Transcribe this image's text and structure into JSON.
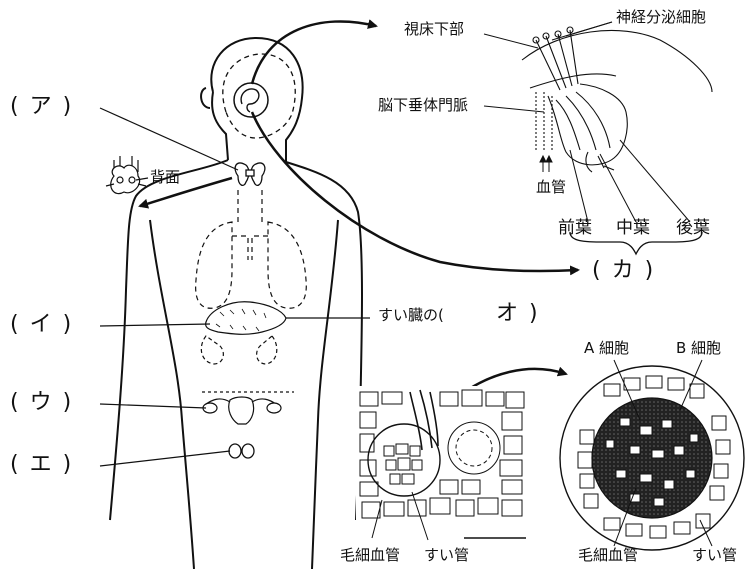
{
  "labels": {
    "a": "( ア )",
    "i": "( イ )",
    "u": "( ウ )",
    "e": "( エ )",
    "o_prefix": "すい臓の(",
    "o_mark": "オ )",
    "ka": "( カ )",
    "haimen": "背面",
    "shishouka": "視床下部",
    "shinkei": "神経分泌細胞",
    "monmyaku": "脳下垂体門脈",
    "kekkan": "血管",
    "zenyou": "前葉",
    "chuuyou": "中葉",
    "kouyou": "後葉",
    "a_cell": "A 細胞",
    "b_cell": "B 細胞",
    "mousai_left": "毛細血管",
    "suikan_left": "すい管",
    "mousai_right": "毛細血管",
    "suikan_right": "すい管"
  }
}
